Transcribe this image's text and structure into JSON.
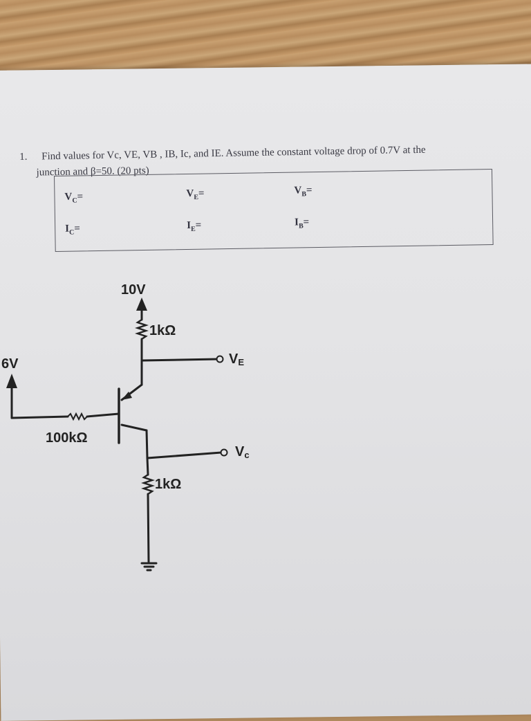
{
  "question": {
    "number": "1.",
    "line1": "Find values for Vc, VE, VB , IB, Ic, and IE. Assume the constant voltage drop of 0.7V at the",
    "line2": "junction and β=50. (20 pts)"
  },
  "answer_fields": [
    {
      "label": "V",
      "sub": "C",
      "suffix": "="
    },
    {
      "label": "V",
      "sub": "E",
      "suffix": "="
    },
    {
      "label": "V",
      "sub": "B",
      "suffix": "="
    },
    {
      "label": "I",
      "sub": "C",
      "suffix": "="
    },
    {
      "label": "I",
      "sub": "E",
      "suffix": "="
    },
    {
      "label": "I",
      "sub": "B",
      "suffix": "="
    }
  ],
  "circuit": {
    "supply_top": "10V",
    "resistor_top": "1kΩ",
    "ve_label": "V",
    "ve_sub": "E",
    "base_supply": "6V",
    "base_resistor": "100kΩ",
    "vc_label": "V",
    "vc_sub": "c",
    "resistor_bottom": "1kΩ"
  }
}
